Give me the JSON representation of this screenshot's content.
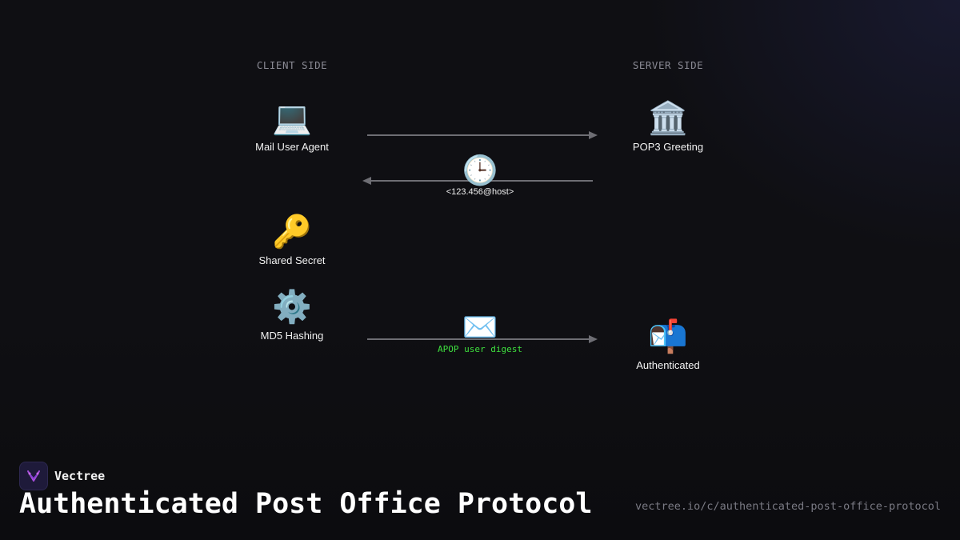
{
  "diagram": {
    "client_heading": "CLIENT SIDE",
    "server_heading": "SERVER SIDE",
    "nodes": {
      "mail_user_agent": {
        "icon": "laptop-icon",
        "emoji": "💻",
        "label": "Mail User Agent"
      },
      "pop3_greeting": {
        "icon": "classical-building-icon",
        "emoji": "🏛️",
        "label": "POP3 Greeting"
      },
      "shared_secret": {
        "icon": "key-icon",
        "emoji": "🔑",
        "label": "Shared Secret"
      },
      "md5_hashing": {
        "icon": "gear-icon",
        "emoji": "⚙️",
        "label": "MD5 Hashing"
      },
      "authenticated": {
        "icon": "mailbox-icon",
        "emoji": "📬",
        "label": "Authenticated"
      }
    },
    "messages": {
      "timestamp": {
        "icon": "clock-icon",
        "emoji": "🕒",
        "text": "<123.456@host>"
      },
      "digest": {
        "icon": "envelope-icon",
        "emoji": "✉️",
        "text": "APOP user digest"
      }
    },
    "colors": {
      "arrow": "#6e6e74",
      "digest_text": "#3ee03e",
      "heading": "#8a8a94"
    }
  },
  "footer": {
    "brand": "Vectree",
    "title": "Authenticated Post Office Protocol",
    "url": "vectree.io/c/authenticated-post-office-protocol"
  }
}
